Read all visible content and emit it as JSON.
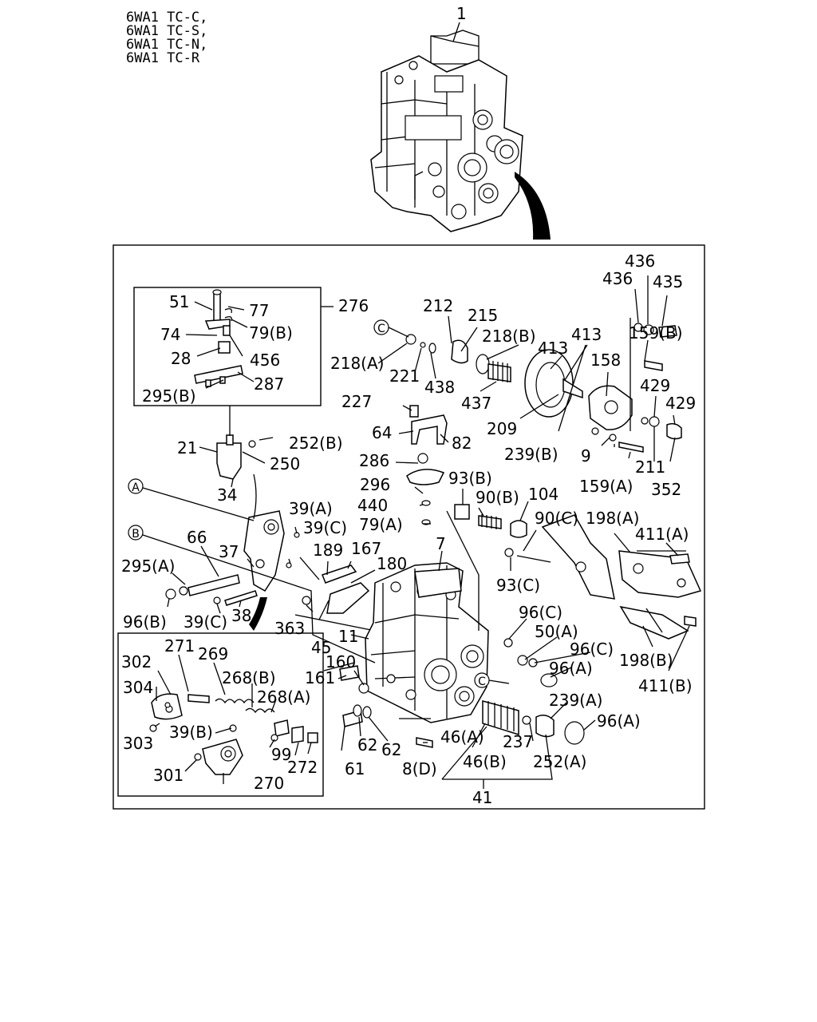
{
  "models": [
    "6WA1 TC-C,",
    "6WA1 TC-S,",
    "6WA1 TC-N,",
    "6WA1 TC-R"
  ],
  "markers": [
    "A",
    "B",
    "C"
  ],
  "labels": {
    "p1": "1",
    "p436a": "436",
    "p436b": "436",
    "p435": "435",
    "p159b": "159(B)",
    "p51": "51",
    "p77": "77",
    "p276": "276",
    "p79b": "79(B)",
    "p74": "74",
    "p456": "456",
    "p28": "28",
    "p287": "287",
    "p295b": "295(B)",
    "p212": "212",
    "p215": "215",
    "p218b": "218(B)",
    "p413a": "413",
    "p413b": "413",
    "p218a": "218(A)",
    "p221": "221",
    "p438": "438",
    "p437": "437",
    "p158": "158",
    "p429a": "429",
    "p429b": "429",
    "p227": "227",
    "p209": "209",
    "p64": "64",
    "p82": "82",
    "p239b": "239(B)",
    "p9": "9",
    "p211": "211",
    "p352": "352",
    "p159a": "159(A)",
    "p21": "21",
    "p252b": "252(B)",
    "p250": "250",
    "p286": "286",
    "p34": "34",
    "p296": "296",
    "p93b": "93(B)",
    "p90b": "90(B)",
    "p104": "104",
    "p440": "440",
    "p90c": "90(C)",
    "p198a": "198(A)",
    "p39a": "39(A)",
    "p79a": "79(A)",
    "p411a": "411(A)",
    "p66": "66",
    "p39c1": "39(C)",
    "p7": "7",
    "p189": "189",
    "p167": "167",
    "p37": "37",
    "p180": "180",
    "p295a": "295(A)",
    "p93c": "93(C)",
    "p96b": "96(B)",
    "p39c2": "39(C)",
    "p38": "38",
    "p363": "363",
    "p96c1": "96(C)",
    "p45": "45",
    "p11": "11",
    "p50a": "50(A)",
    "p96c2": "96(C)",
    "p198b": "198(B)",
    "p271": "271",
    "p269": "269",
    "p302": "302",
    "p160": "160",
    "p96a1": "96(A)",
    "p268b": "268(B)",
    "p161": "161",
    "p411b": "411(B)",
    "p304": "304",
    "p268a": "268(A)",
    "p239a": "239(A)",
    "p39b": "39(B)",
    "p96a2": "96(A)",
    "p303": "303",
    "p62a": "62",
    "p62b": "62",
    "p46a": "46(A)",
    "p237": "237",
    "p99": "99",
    "p46b": "46(B)",
    "p252a": "252(A)",
    "p272": "272",
    "p301": "301",
    "p270": "270",
    "p61": "61",
    "p8d": "8(D)",
    "p41": "41"
  }
}
